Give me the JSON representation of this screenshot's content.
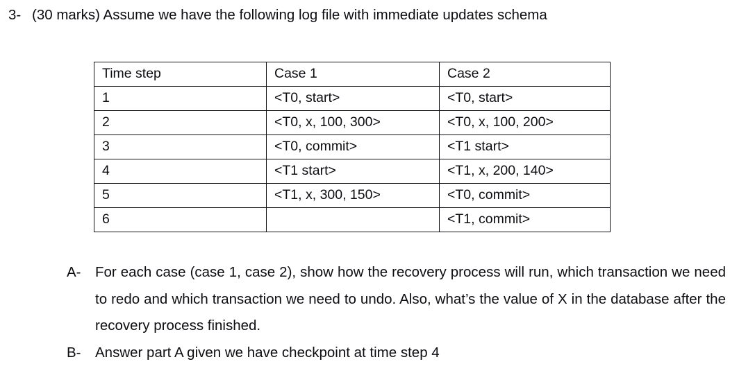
{
  "page": {
    "background_color": "#ffffff",
    "text_color": "#0d0d12"
  },
  "question": {
    "marker": "3-",
    "stem": "(30 marks) Assume we have the following log file with immediate updates schema"
  },
  "log_table": {
    "columns": [
      "Time step",
      "Case 1",
      "Case 2"
    ],
    "rows": [
      {
        "time_step": "1",
        "case1": "<T0, start>",
        "case2": "<T0, start>"
      },
      {
        "time_step": "2",
        "case1": "<T0, x, 100, 300>",
        "case2": "<T0, x, 100, 200>"
      },
      {
        "time_step": "3",
        "case1": "<T0, commit>",
        "case2": "<T1 start>"
      },
      {
        "time_step": "4",
        "case1": "<T1 start>",
        "case2": "<T1, x, 200, 140>"
      },
      {
        "time_step": "5",
        "case1": "<T1, x, 300, 150>",
        "case2": "<T0, commit>"
      },
      {
        "time_step": "6",
        "case1": "",
        "case2": "<T1, commit>"
      }
    ]
  },
  "parts": [
    {
      "marker": "A-",
      "text": "For each case (case 1, case 2), show how the recovery process will run, which transaction we need to redo and which transaction we need to undo. Also, what’s the value of X in the database after the recovery process finished."
    },
    {
      "marker": "B-",
      "text": "Answer part A given we have checkpoint at time step 4"
    }
  ]
}
